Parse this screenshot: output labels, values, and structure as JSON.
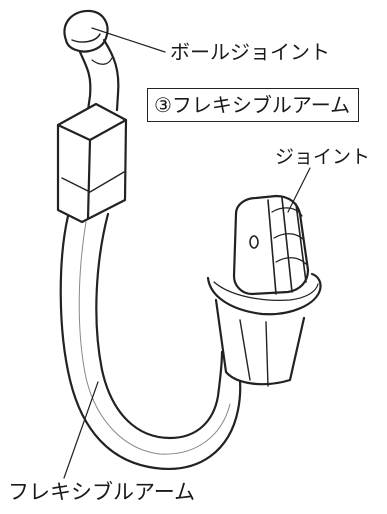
{
  "labels": {
    "ball_joint": "ボールジョイント",
    "title_boxed": "③フレキシブルアーム",
    "joint": "ジョイント",
    "flexible_arm": "フレキシブルアーム"
  },
  "colors": {
    "line": "#222222",
    "fill": "#ffffff",
    "shade": "#e6e6e6"
  }
}
